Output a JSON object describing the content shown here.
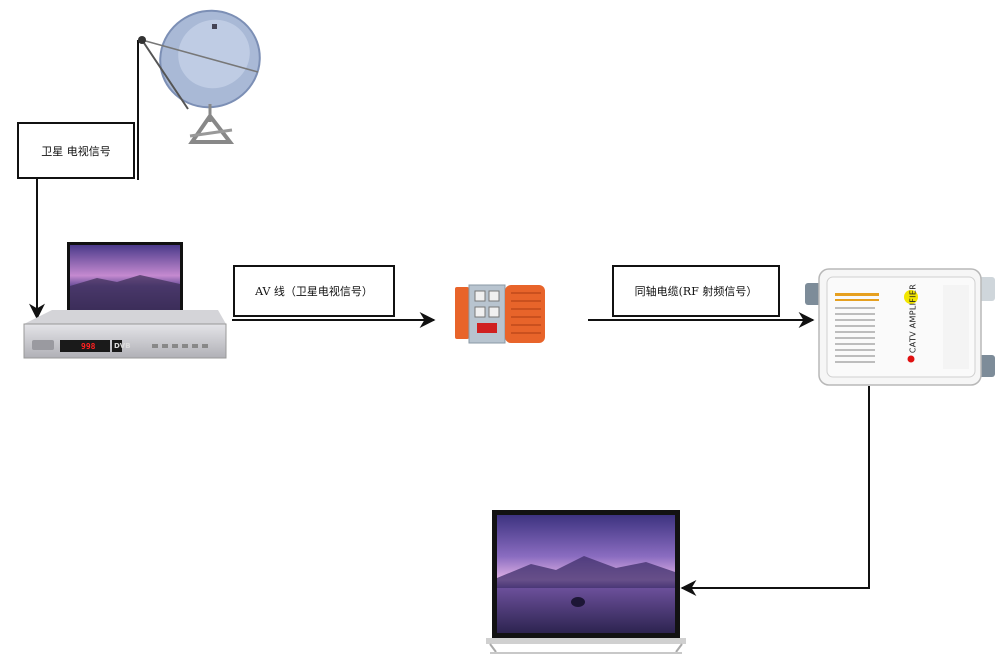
{
  "labels": {
    "satellite_signal": "卫星 电视信号",
    "av_cable": "AV 线（卫星电视信号）",
    "coax_cable": "同轴电缆(RF 射频信号）"
  },
  "devices": {
    "receiver_display": "998",
    "receiver_tag": "DVB",
    "amplifier_text": "CATV AMPLIFIER"
  },
  "colors": {
    "line": "#111111",
    "modulator": "#e8642a",
    "amplifier_body": "#f6f6f6",
    "led_yellow": "#f2e600",
    "led_red": "#e01010"
  }
}
